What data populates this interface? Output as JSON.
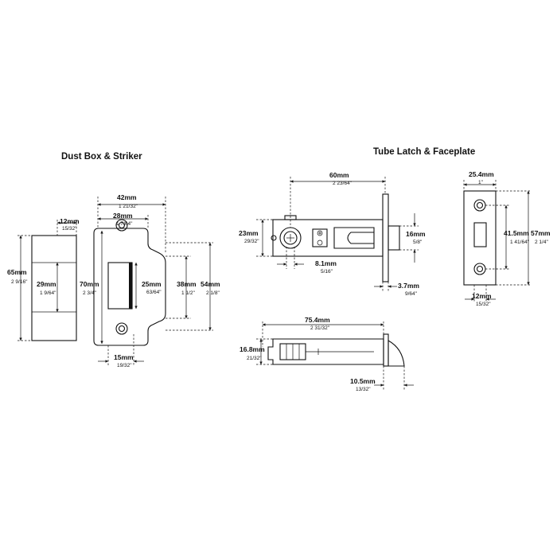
{
  "titles": {
    "dust_box": "Dust Box & Striker",
    "tube_latch": "Tube Latch & Faceplate"
  },
  "dims": {
    "dust_box_width": {
      "mm": "12mm",
      "in": "15/32\""
    },
    "dust_box_height": {
      "mm": "65mm",
      "in": "2 9/16\""
    },
    "dust_box_opening": {
      "mm": "29mm",
      "in": "1 9/64\""
    },
    "striker_width": {
      "mm": "42mm",
      "in": "1 21/32\""
    },
    "striker_plate_width": {
      "mm": "28mm",
      "in": "1 7/64\""
    },
    "striker_height": {
      "mm": "70mm",
      "in": "2 3/4\""
    },
    "striker_opening": {
      "mm": "25mm",
      "in": "63/64\""
    },
    "striker_lip": {
      "mm": "38mm",
      "in": "1 1/2\""
    },
    "striker_overall": {
      "mm": "54mm",
      "in": "2 1/8\""
    },
    "striker_hole_spacing": {
      "mm": "15mm",
      "in": "19/32\""
    },
    "latch_backset": {
      "mm": "60mm",
      "in": "2 23/64\""
    },
    "latch_case_height": {
      "mm": "23mm",
      "in": "29/32\""
    },
    "latch_bolt_height": {
      "mm": "16mm",
      "in": "5/8\""
    },
    "latch_follower": {
      "mm": "8.1mm",
      "in": "5/16\""
    },
    "faceplate_thickness": {
      "mm": "3.7mm",
      "in": "9/64\""
    },
    "faceplate_width": {
      "mm": "25.4mm",
      "in": "1\""
    },
    "faceplate_height": {
      "mm": "57mm",
      "in": "2 1/4\""
    },
    "faceplate_centres": {
      "mm": "41.5mm",
      "in": "1 41/64\""
    },
    "faceplate_hole": {
      "mm": "12mm",
      "in": "15/32\""
    },
    "latch_overall": {
      "mm": "75.4mm",
      "in": "2 31/32\""
    },
    "latch_tube": {
      "mm": "16.8mm",
      "in": "21/32\""
    },
    "latch_projection": {
      "mm": "10.5mm",
      "in": "13/32\""
    }
  }
}
